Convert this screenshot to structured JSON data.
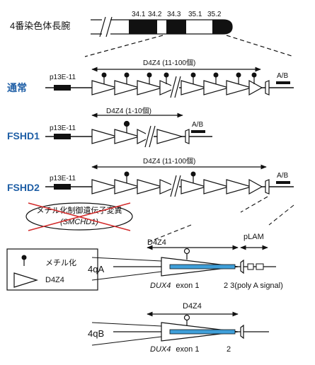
{
  "colors": {
    "label_blue": "#1f5fa6",
    "cross_red": "#d22b2b",
    "exon_blue": "#3f9fd9",
    "ink": "#111111"
  },
  "chromosome": {
    "label": "4番染色体長腕",
    "bands": [
      "34.1",
      "34.2",
      "34.3",
      "35.1",
      "35.2"
    ]
  },
  "rows": {
    "normal": {
      "name": "通常",
      "probe": "p13E-11",
      "repeat": "D4Z4 (11-100個)",
      "ab": "A/B"
    },
    "fshd1": {
      "name": "FSHD1",
      "probe": "p13E-11",
      "repeat": "D4Z4 (1-10個)",
      "ab": "A/B"
    },
    "fshd2": {
      "name": "FSHD2",
      "probe": "p13E-11",
      "repeat": "D4Z4 (11-100個)",
      "ab": "A/B"
    }
  },
  "mutation": {
    "line1": "メチル化制御遺伝子変異",
    "line2": "(SMCHD1)"
  },
  "legend": {
    "methylation": "メチル化",
    "d4z4": "D4Z4"
  },
  "detail_a": {
    "allele": "4qA",
    "d4z4": "D4Z4",
    "plam": "pLAM",
    "gene": "DUX4",
    "exon": "exon 1",
    "tail": "2 3(poly A signal)"
  },
  "detail_b": {
    "allele": "4qB",
    "d4z4": "D4Z4",
    "gene": "DUX4",
    "exon": "exon 1",
    "tail": "2"
  }
}
